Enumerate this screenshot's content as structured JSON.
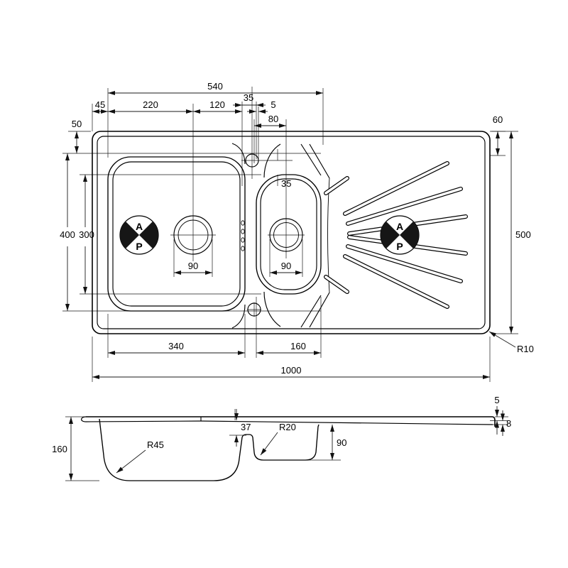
{
  "plan": {
    "dim_540": "540",
    "dim_45": "45",
    "dim_220": "220",
    "dim_120": "120",
    "dim_35_top": "35",
    "dim_5": "5",
    "dim_80": "80",
    "dim_50": "50",
    "dim_60": "60",
    "dim_400": "400",
    "dim_300": "300",
    "dim_500": "500",
    "dim_35_bowl": "35",
    "dim_90_main_drain": "90",
    "dim_90_half_drain": "90",
    "dim_340": "340",
    "dim_160": "160",
    "dim_1000": "1000",
    "radius_r10": "R10"
  },
  "side": {
    "dim_5": "5",
    "dim_8": "8",
    "dim_160": "160",
    "dim_37": "37",
    "dim_90": "90",
    "radius_r45": "R45",
    "radius_r20": "R20"
  },
  "registration_mark": {
    "top_letter": "A",
    "bottom_letter": "P"
  }
}
